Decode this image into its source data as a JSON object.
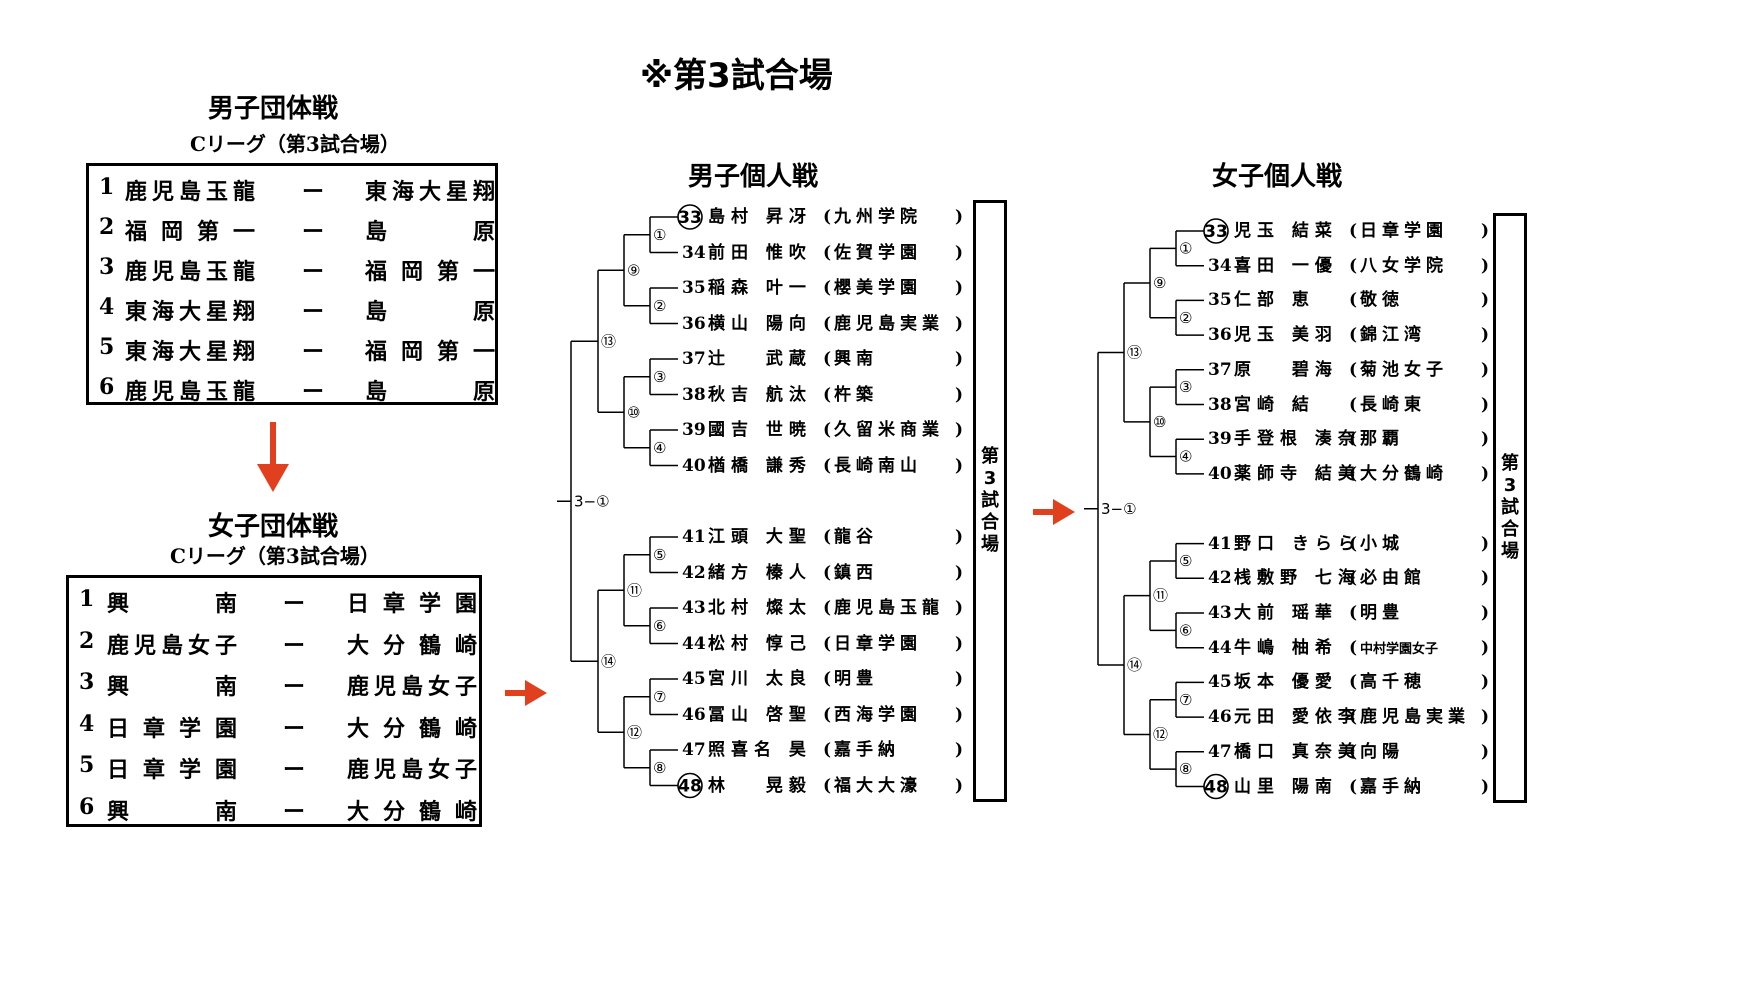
{
  "page_title": "※第3試合場",
  "boys_team": {
    "title": "男子団体戦",
    "league": "Cリーグ（第3試合場）",
    "matches": [
      {
        "no": "1",
        "a": "鹿児島玉龍",
        "dash": "ー",
        "b": "東海大星翔"
      },
      {
        "no": "2",
        "a": "福岡第一",
        "dash": "ー",
        "b": "島原"
      },
      {
        "no": "3",
        "a": "鹿児島玉龍",
        "dash": "ー",
        "b": "福岡第一"
      },
      {
        "no": "4",
        "a": "東海大星翔",
        "dash": "ー",
        "b": "島原"
      },
      {
        "no": "5",
        "a": "東海大星翔",
        "dash": "ー",
        "b": "福岡第一"
      },
      {
        "no": "6",
        "a": "鹿児島玉龍",
        "dash": "ー",
        "b": "島原"
      }
    ]
  },
  "girls_team": {
    "title": "女子団体戦",
    "league": "Cリーグ（第3試合場）",
    "matches": [
      {
        "no": "1",
        "a": "興南",
        "dash": "ー",
        "b": "日章学園"
      },
      {
        "no": "2",
        "a": "鹿児島女子",
        "dash": "ー",
        "b": "大分鶴崎"
      },
      {
        "no": "3",
        "a": "興南",
        "dash": "ー",
        "b": "鹿児島女子"
      },
      {
        "no": "4",
        "a": "日章学園",
        "dash": "ー",
        "b": "大分鶴崎"
      },
      {
        "no": "5",
        "a": "日章学園",
        "dash": "ー",
        "b": "鹿児島女子"
      },
      {
        "no": "6",
        "a": "興南",
        "dash": "ー",
        "b": "大分鶴崎"
      }
    ]
  },
  "boys_individual": {
    "title": "男子個人戦",
    "venue": "第\n3\n試\n合\n場",
    "final_label": "3−①",
    "round1": [
      "①",
      "②",
      "③",
      "④",
      "⑤",
      "⑥",
      "⑦",
      "⑧"
    ],
    "round2": [
      "⑨",
      "⑩",
      "⑪",
      "⑫"
    ],
    "round3": [
      "⑬",
      "⑭"
    ],
    "players": [
      {
        "no": "33",
        "name": "島村 昇冴",
        "school": "九州学院"
      },
      {
        "no": "34",
        "name": "前田 惟吹",
        "school": "佐賀学園"
      },
      {
        "no": "35",
        "name": "稲森 叶一",
        "school": "櫻美学園"
      },
      {
        "no": "36",
        "name": "横山 陽向",
        "school": "鹿児島実業"
      },
      {
        "no": "37",
        "name": "辻　 武蔵",
        "school": "興南"
      },
      {
        "no": "38",
        "name": "秋吉 航汰",
        "school": "杵築"
      },
      {
        "no": "39",
        "name": "國吉 世暁",
        "school": "久留米商業"
      },
      {
        "no": "40",
        "name": "楢橋 謙秀",
        "school": "長崎南山"
      },
      {
        "no": "41",
        "name": "江頭 大聖",
        "school": "龍谷"
      },
      {
        "no": "42",
        "name": "緒方 榛人",
        "school": "鎮西"
      },
      {
        "no": "43",
        "name": "北村 燦太",
        "school": "鹿児島玉龍"
      },
      {
        "no": "44",
        "name": "松村 惇己",
        "school": "日章学園"
      },
      {
        "no": "45",
        "name": "宮川 太良",
        "school": "明豊"
      },
      {
        "no": "46",
        "name": "冨山 啓聖",
        "school": "西海学園"
      },
      {
        "no": "47",
        "name": "照喜名 昊",
        "school": "嘉手納"
      },
      {
        "no": "48",
        "name": "林　 晃毅",
        "school": "福大大濠"
      }
    ]
  },
  "girls_individual": {
    "title": "女子個人戦",
    "venue": "第\n3\n試\n合\n場",
    "final_label": "3−①",
    "round1": [
      "①",
      "②",
      "③",
      "④",
      "⑤",
      "⑥",
      "⑦",
      "⑧"
    ],
    "round2": [
      "⑨",
      "⑩",
      "⑪",
      "⑫"
    ],
    "round3": [
      "⑬",
      "⑭"
    ],
    "players": [
      {
        "no": "33",
        "name": "児玉 結菜",
        "school": "日章学園"
      },
      {
        "no": "34",
        "name": "喜田 一優",
        "school": "八女学院"
      },
      {
        "no": "35",
        "name": "仁部 恵",
        "school": "敬徳"
      },
      {
        "no": "36",
        "name": "児玉 美羽",
        "school": "錦江湾"
      },
      {
        "no": "37",
        "name": "原　 碧海",
        "school": "菊池女子"
      },
      {
        "no": "38",
        "name": "宮崎 結",
        "school": "長崎東"
      },
      {
        "no": "39",
        "name": "手登根 湊奈",
        "school": "那覇"
      },
      {
        "no": "40",
        "name": "薬師寺 結美",
        "school": "大分鶴崎"
      },
      {
        "no": "41",
        "name": "野口 きらら",
        "school": "小城"
      },
      {
        "no": "42",
        "name": "桟敷野 七海",
        "school": "必由館"
      },
      {
        "no": "43",
        "name": "大前 瑶華",
        "school": "明豊"
      },
      {
        "no": "44",
        "name": "牛嶋 柚希",
        "school": "中村学園女子"
      },
      {
        "no": "45",
        "name": "坂本 優愛",
        "school": "高千穂"
      },
      {
        "no": "46",
        "name": "元田 愛依李",
        "school": "鹿児島実業"
      },
      {
        "no": "47",
        "name": "橋口 真奈美",
        "school": "向陽"
      },
      {
        "no": "48",
        "name": "山里 陽南",
        "school": "嘉手納"
      }
    ]
  },
  "colors": {
    "arrow": "#e0401e",
    "ink": "#000000"
  }
}
